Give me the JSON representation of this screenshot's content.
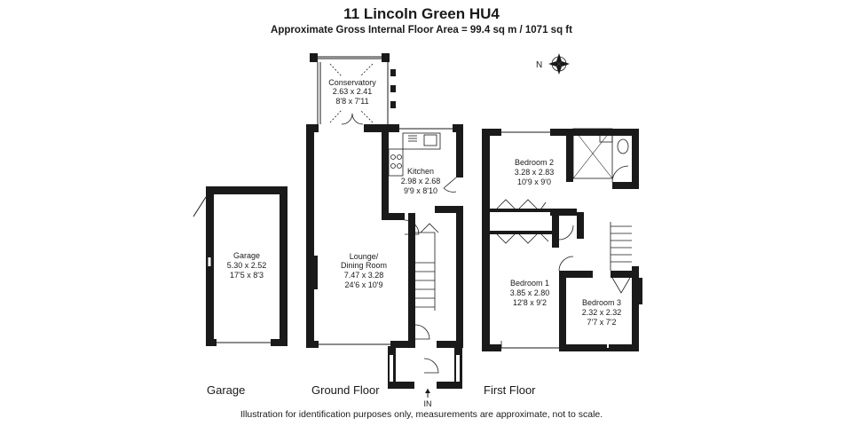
{
  "header": {
    "title": "11 Lincoln Green HU4",
    "subtitle": "Approximate Gross Internal Floor Area = 99.4 sq m / 1071 sq ft"
  },
  "compass": {
    "label": "N"
  },
  "rooms": {
    "conservatory": {
      "name": "Conservatory",
      "metric": "2.63 x 2.41",
      "imperial": "8'8 x 7'11"
    },
    "kitchen": {
      "name": "Kitchen",
      "metric": "2.98 x 2.68",
      "imperial": "9'9 x 8'10"
    },
    "lounge": {
      "name_line1": "Lounge/",
      "name_line2": "Dining Room",
      "metric": "7.47 x 3.28",
      "imperial": "24'6 x 10'9"
    },
    "garage": {
      "name": "Garage",
      "metric": "5.30 x 2.52",
      "imperial": "17'5 x 8'3"
    },
    "bedroom2": {
      "name": "Bedroom 2",
      "metric": "3.28 x 2.83",
      "imperial": "10'9 x 9'0"
    },
    "bedroom1": {
      "name": "Bedroom 1",
      "metric": "3.85 x 2.80",
      "imperial": "12'8 x 9'2"
    },
    "bedroom3": {
      "name": "Bedroom 3",
      "metric": "2.32 x 2.32",
      "imperial": "7'7 x 7'2"
    }
  },
  "entrance": {
    "label": "IN"
  },
  "floor_labels": {
    "garage": "Garage",
    "ground": "Ground Floor",
    "first": "First Floor"
  },
  "footer": {
    "disclaimer": "Illustration for identification purposes only, measurements are approximate, not to scale."
  }
}
